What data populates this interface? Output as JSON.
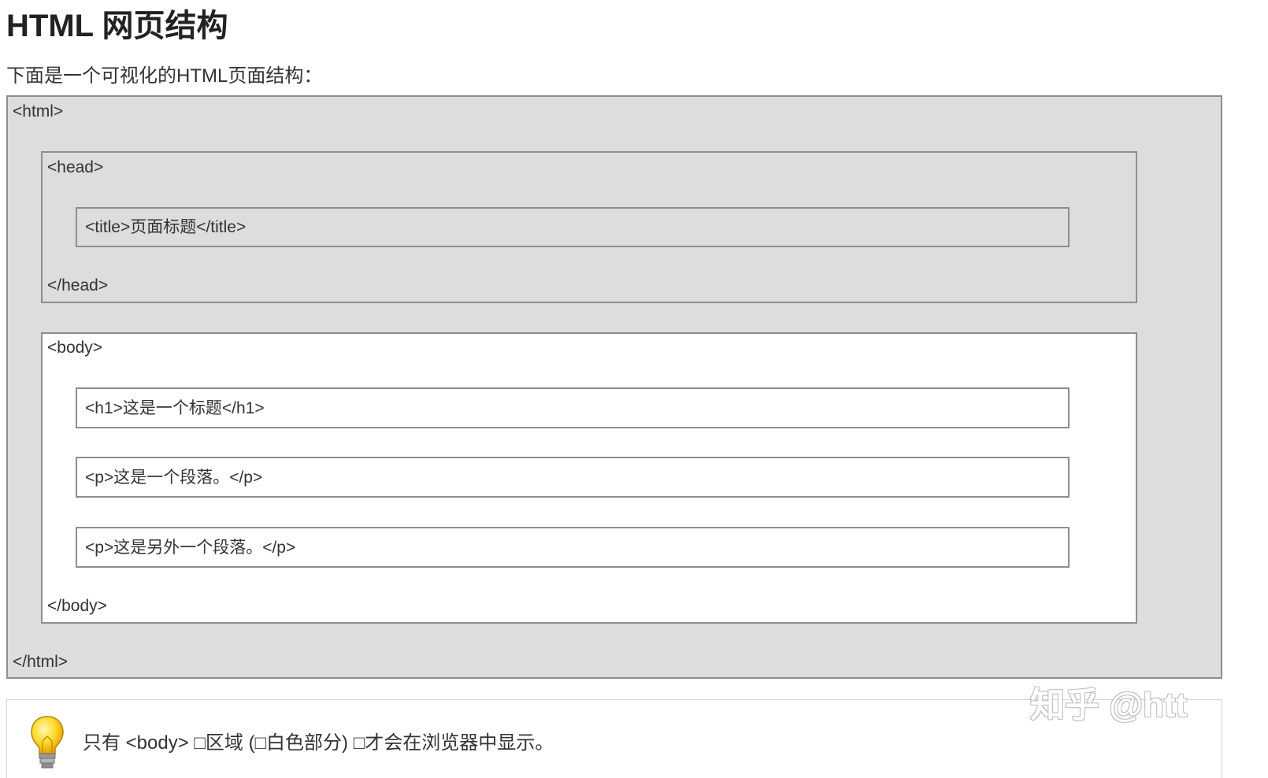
{
  "page": {
    "heading": "HTML 网页结构",
    "intro": "下面是一个可视化的HTML页面结构："
  },
  "structure": {
    "html_open": "<html>",
    "head_open": "<head>",
    "title_element": "<title>页面标题</title>",
    "head_close": "</head>",
    "body_open": "<body>",
    "h1_element": "<h1>这是一个标题</h1>",
    "p1_element": "<p>这是一个段落。</p>",
    "p2_element": "<p>这是另外一个段落。</p>",
    "body_close": "</body>",
    "html_close": "</html>"
  },
  "note": {
    "icon": "lightbulb-icon",
    "text": "只有 <body> □区域 (□白色部分) □才会在浏览器中显示。"
  },
  "watermark": {
    "text": "知乎 @htt"
  },
  "colors": {
    "gray_region": "#dddddd",
    "white_region": "#ffffff",
    "border": "#8e8e8e"
  }
}
